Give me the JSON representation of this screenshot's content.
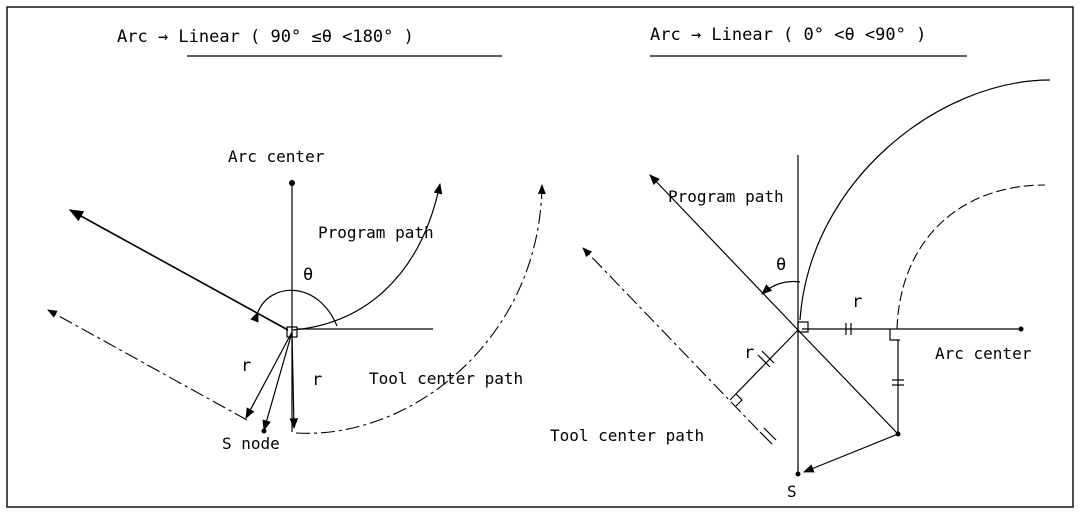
{
  "left": {
    "title": "Arc  → Linear ( 90°  ≤θ <180°  )",
    "arc_center": "Arc center",
    "program_path": "Program path",
    "tool_center_path": "Tool center path",
    "theta": "θ",
    "r1": "r",
    "r2": "r",
    "s_node": "S node"
  },
  "right": {
    "title": "Arc → Linear  ( 0°  <θ <90°  )",
    "program_path": "Program path",
    "arc_center": "Arc center",
    "tool_center_path": "Tool center path",
    "theta": "θ",
    "r_top": "r",
    "r_side": "r",
    "s_label": "S"
  }
}
